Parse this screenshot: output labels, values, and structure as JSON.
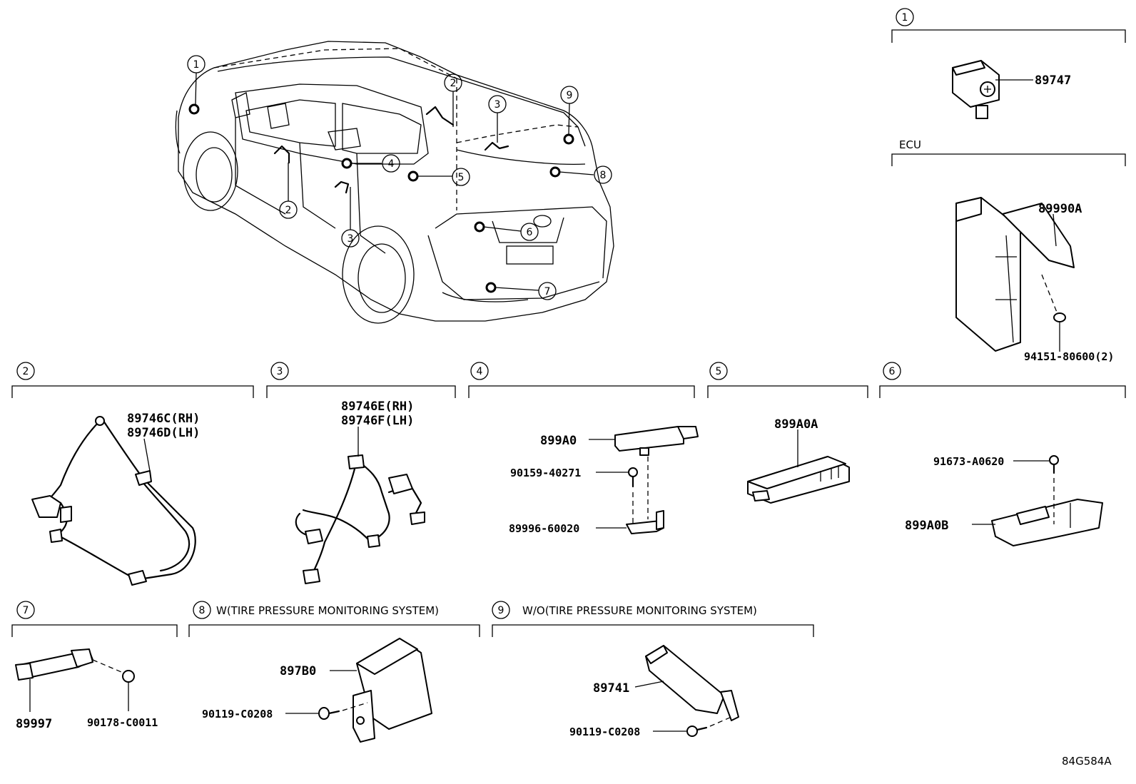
{
  "diagram_code": "84G584A",
  "sections": {
    "s1": {
      "num": "1",
      "part": "89747"
    },
    "ecu": {
      "caption": "ECU",
      "part_a": "89990A",
      "part_b": "94151-80600(2)"
    },
    "s2": {
      "num": "2",
      "part_rh": "89746C(RH)",
      "part_lh": "89746D(LH)"
    },
    "s3": {
      "num": "3",
      "part_rh": "89746E(RH)",
      "part_lh": "89746F(LH)"
    },
    "s4": {
      "num": "4",
      "part_a": "899A0",
      "part_b": "90159-40271",
      "part_c": "89996-60020"
    },
    "s5": {
      "num": "5",
      "part": "899A0A"
    },
    "s6": {
      "num": "6",
      "part_a": "91673-A0620",
      "part_b": "899A0B"
    },
    "s7": {
      "num": "7",
      "part_a": "89997",
      "part_b": "90178-C0011"
    },
    "s8": {
      "num": "8",
      "caption": "W(TIRE PRESSURE MONITORING SYSTEM)",
      "part_a": "897B0",
      "part_b": "90119-C0208"
    },
    "s9": {
      "num": "9",
      "caption": "W/O(TIRE PRESSURE MONITORING SYSTEM)",
      "part_a": "89741",
      "part_b": "90119-C0208"
    }
  },
  "vehicle_callouts": [
    "1",
    "2",
    "2",
    "3",
    "3",
    "4",
    "5",
    "6",
    "7",
    "8",
    "9"
  ]
}
